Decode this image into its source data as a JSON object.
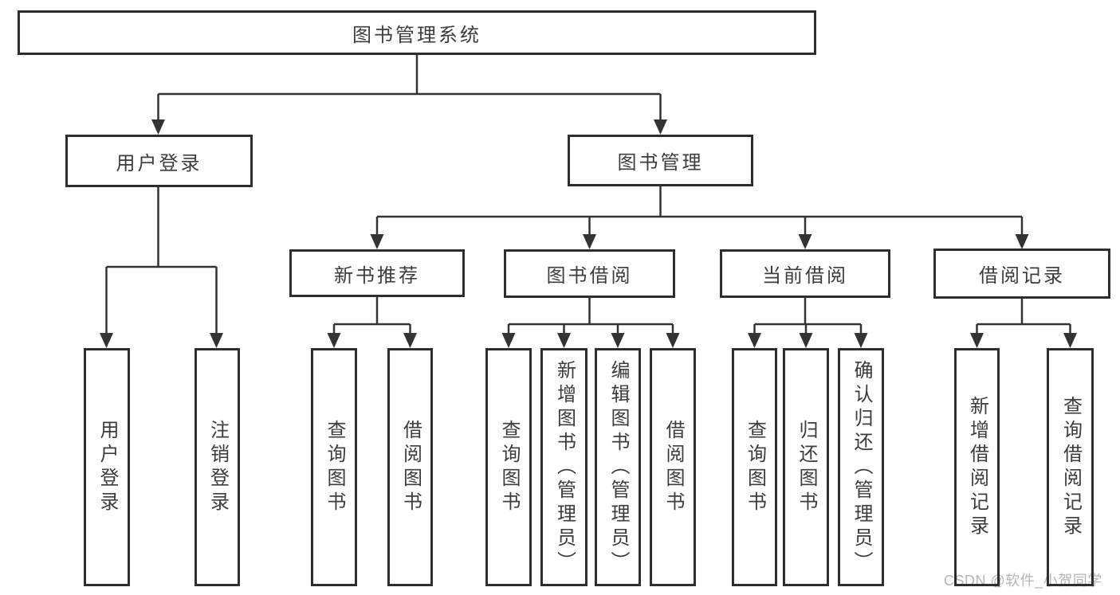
{
  "diagram": {
    "type": "hierarchy-tree",
    "root": {
      "label": "图书管理系统"
    },
    "branches": [
      {
        "label": "用户登录",
        "children": [
          {
            "label": "用户登录"
          },
          {
            "label": "注销登录"
          }
        ]
      },
      {
        "label": "图书管理",
        "children": [
          {
            "label": "新书推荐",
            "children": [
              {
                "label": "查询图书"
              },
              {
                "label": "借阅图书"
              }
            ]
          },
          {
            "label": "图书借阅",
            "children": [
              {
                "label": "查询图书"
              },
              {
                "label": "新增图书（管理员）"
              },
              {
                "label": "编辑图书（管理员）"
              },
              {
                "label": "借阅图书"
              }
            ]
          },
          {
            "label": "当前借阅",
            "children": [
              {
                "label": "查询图书"
              },
              {
                "label": "归还图书"
              },
              {
                "label": "确认归还（管理员）"
              }
            ]
          },
          {
            "label": "借阅记录",
            "children": [
              {
                "label": "新增借阅记录"
              },
              {
                "label": "查询借阅记录"
              }
            ]
          }
        ]
      }
    ]
  },
  "watermark": {
    "text": "CSDN @软件_小贺同学"
  },
  "colors": {
    "line": "#333333",
    "border": "#2e2e2e",
    "text": "#3c3c3c",
    "background": "#ffffff",
    "watermark": "#b5b5b5"
  }
}
